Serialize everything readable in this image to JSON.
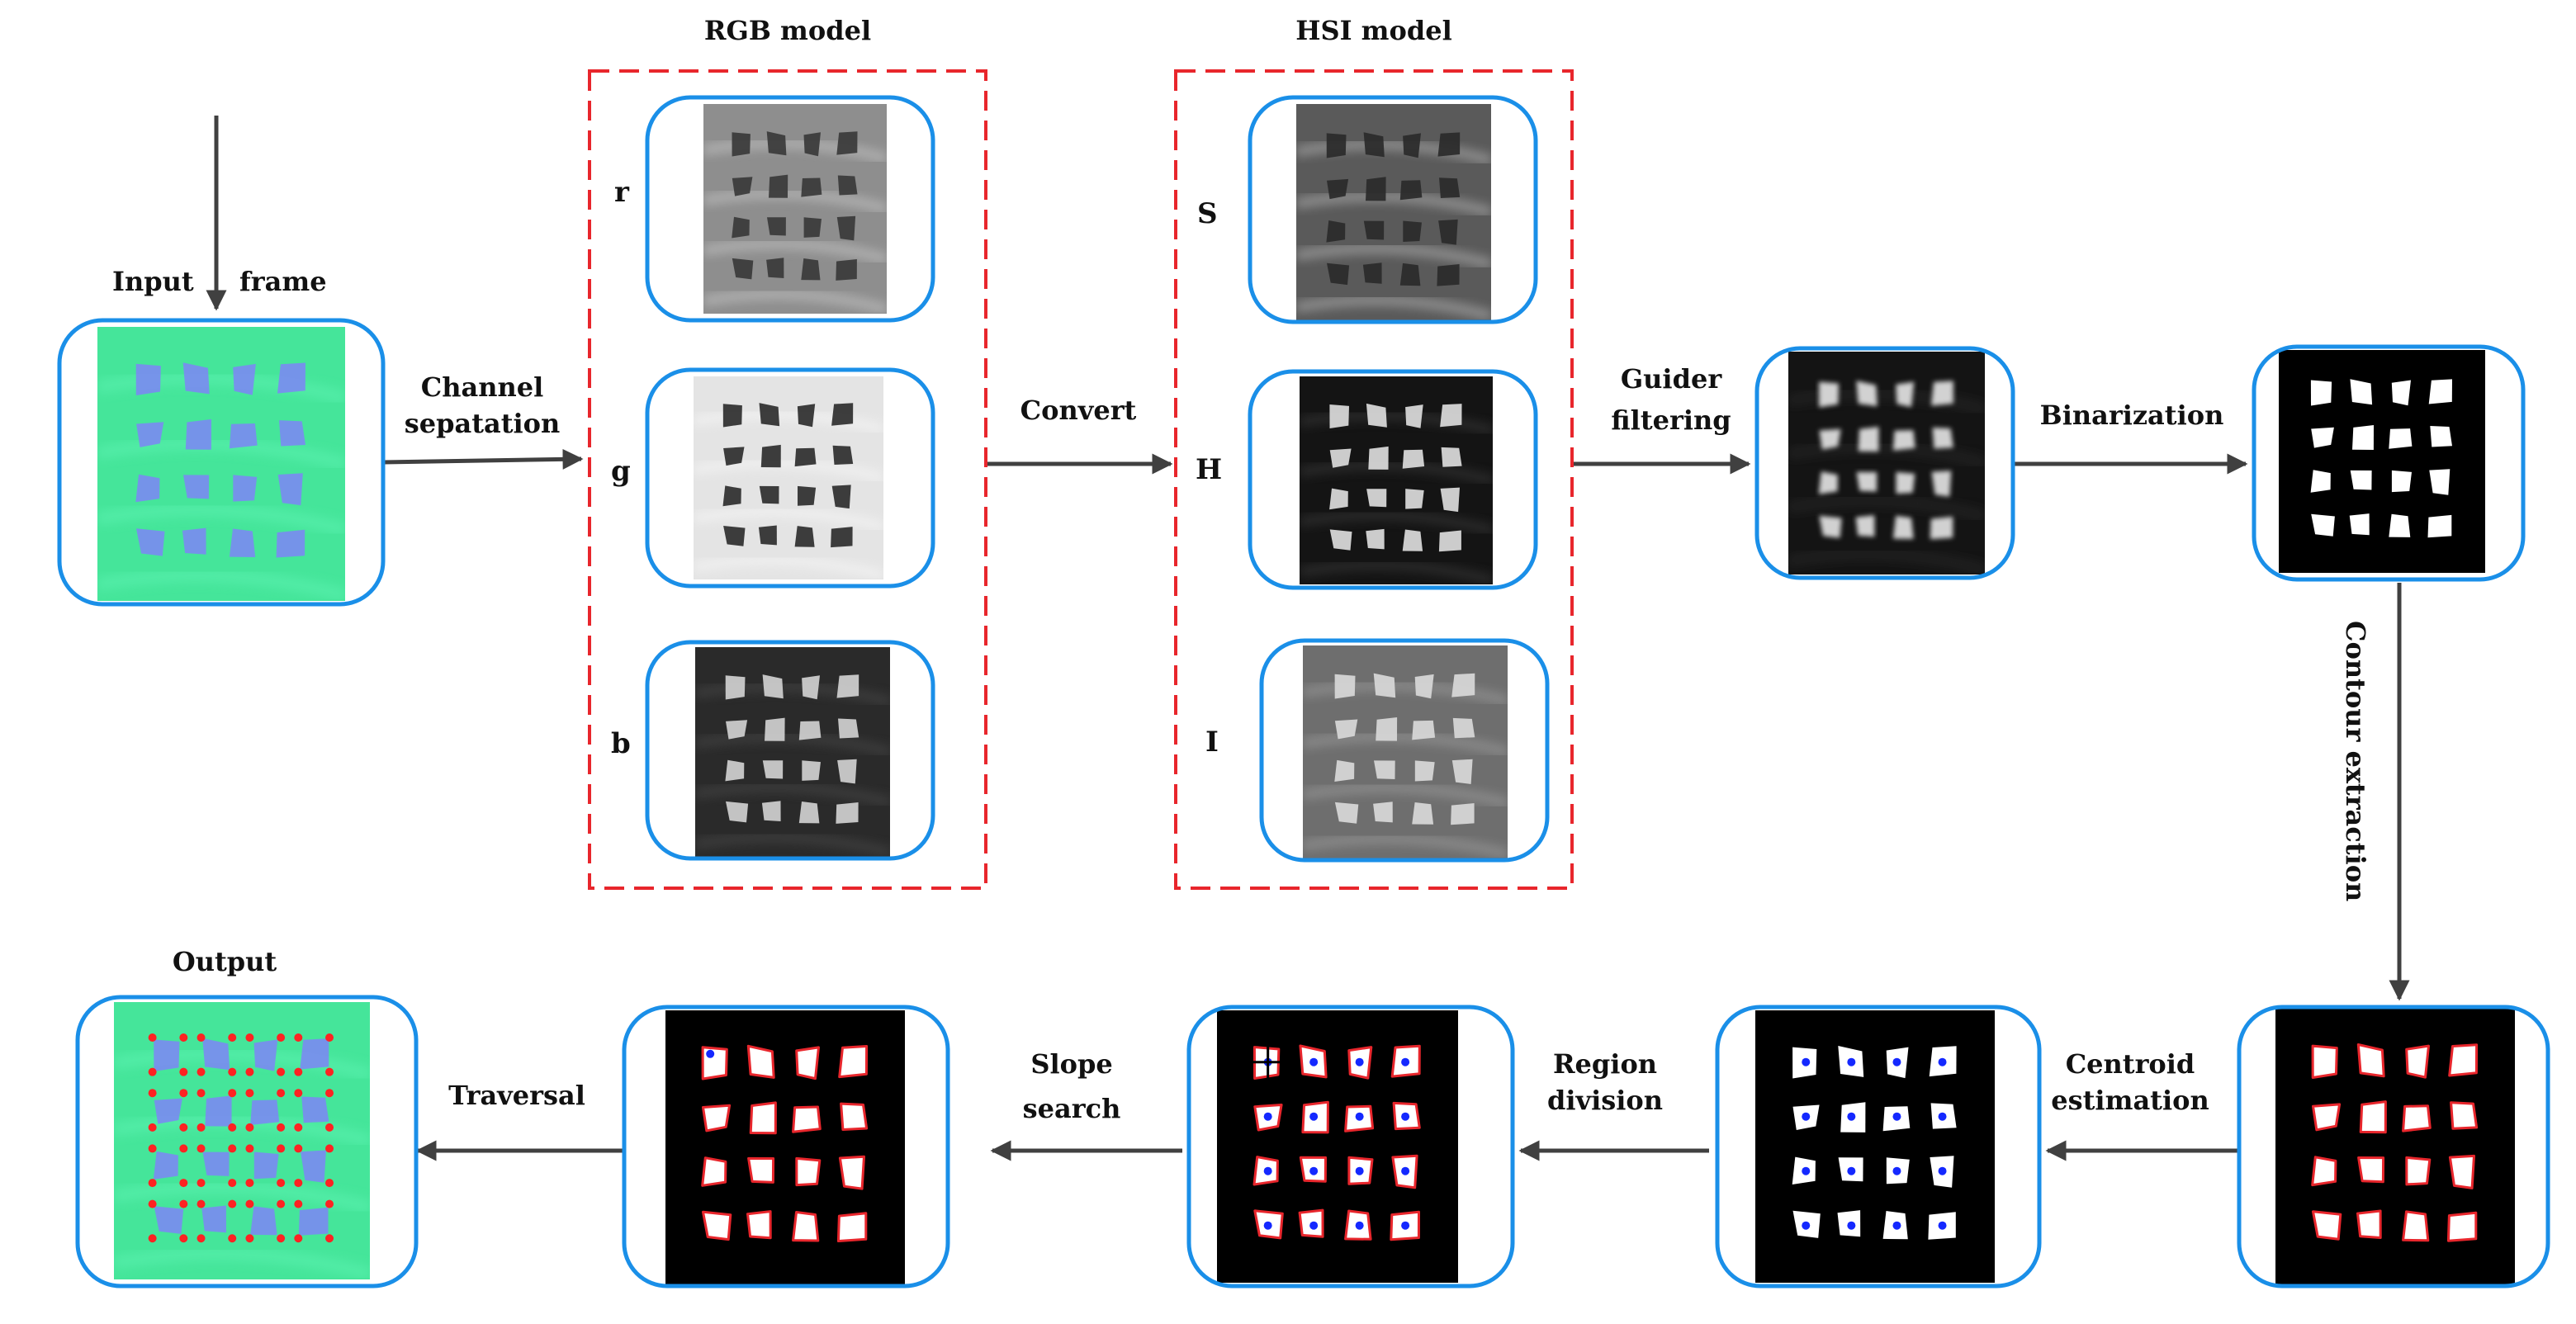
{
  "colors": {
    "frame_border": "#1a8fe8",
    "group_border": "#e8262c",
    "arrow": "#404040",
    "input_bg": "#45e59a",
    "input_blob": "#7a8cf0",
    "centroid": "#1428ff",
    "contour": "#e8262c",
    "corner_point": "#ff2222"
  },
  "groups": {
    "rgb": "RGB model",
    "hsi": "HSI model"
  },
  "channels": {
    "r": "r",
    "g": "g",
    "b": "b",
    "s": "S",
    "h": "H",
    "i": "I"
  },
  "labels": {
    "input_a": "Input",
    "input_b": "frame",
    "channel_l1": "Channel",
    "channel_l2": "sepatation",
    "convert": "Convert",
    "guider_l1": "Guider",
    "guider_l2": "filtering",
    "binarization": "Binarization",
    "contour": "Contour extraction",
    "centroid_l1": "Centroid",
    "centroid_l2": "estimation",
    "region_l1": "Region",
    "region_l2": "division",
    "slope_l1": "Slope",
    "slope_l2": "search",
    "traversal": "Traversal",
    "output": "Output"
  }
}
